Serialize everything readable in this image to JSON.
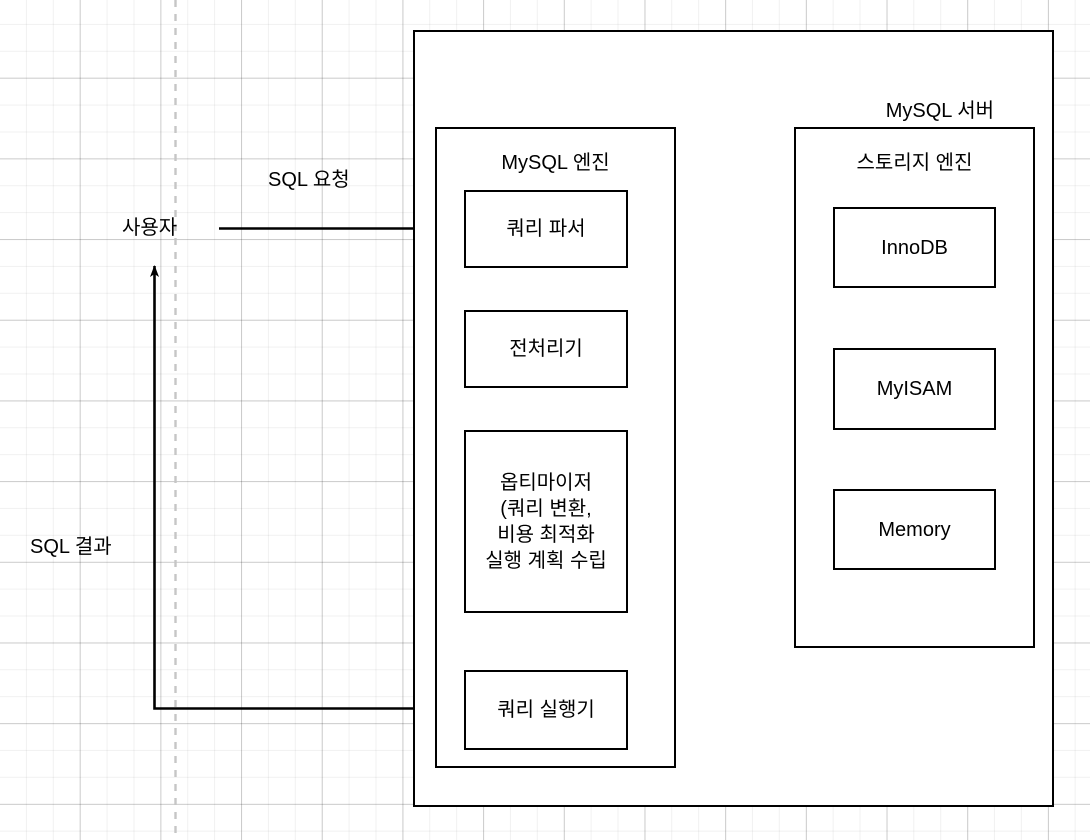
{
  "diagram": {
    "title_label": "MySQL 서버",
    "actor": {
      "label": "사용자",
      "request_label": "SQL 요청",
      "result_label": "SQL 결과"
    },
    "mysql_engine": {
      "title": "MySQL 엔진",
      "nodes": [
        {
          "id": "query-parser",
          "label": "쿼리 파서"
        },
        {
          "id": "preprocessor",
          "label": "전처리기"
        },
        {
          "id": "optimizer",
          "label": "옵티마이저\n(쿼리 변환,\n비용 최적화\n실행 계획 수립"
        },
        {
          "id": "query-executor",
          "label": "쿼리 실행기"
        }
      ]
    },
    "storage_engine": {
      "title": "스토리지 엔진",
      "nodes": [
        {
          "id": "innodb",
          "label": "InnoDB"
        },
        {
          "id": "myisam",
          "label": "MyISAM"
        },
        {
          "id": "memory",
          "label": "Memory"
        }
      ]
    },
    "colors": {
      "stroke": "#000000",
      "background": "#ffffff",
      "grid_minor": "#f0f0f0",
      "grid_major": "#d9d9d9",
      "guide_dash": "#c8c8c8"
    }
  }
}
